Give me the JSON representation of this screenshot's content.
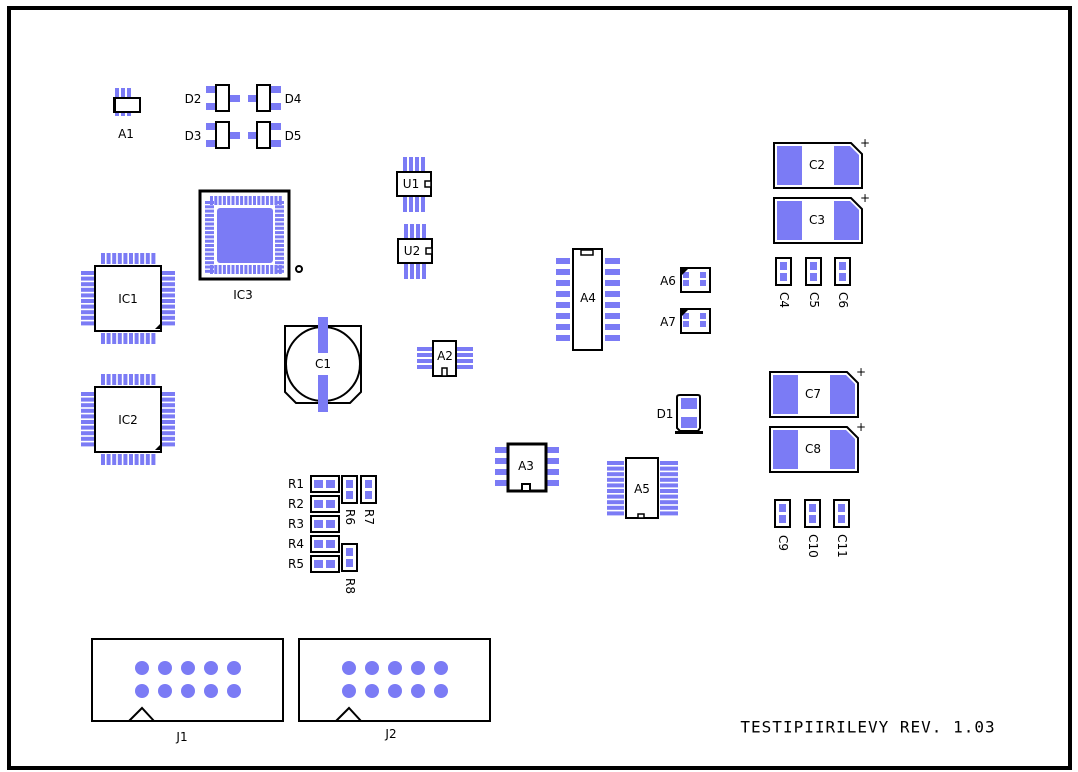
{
  "board_title": "TESTIPIIRILEVY REV. 1.03",
  "colors": {
    "pad": "#7b7bf5",
    "outline": "#000000",
    "background": "#ffffff"
  },
  "labels": {
    "A1": "A1",
    "A2": "A2",
    "A3": "A3",
    "A4": "A4",
    "A5": "A5",
    "A6": "A6",
    "A7": "A7",
    "D1": "D1",
    "D2": "D2",
    "D3": "D3",
    "D4": "D4",
    "D5": "D5",
    "IC1": "IC1",
    "IC2": "IC2",
    "IC3": "IC3",
    "U1": "U1",
    "U2": "U2",
    "C1": "C1",
    "C2": "C2",
    "C3": "C3",
    "C4": "C4",
    "C5": "C5",
    "C6": "C6",
    "C7": "C7",
    "C8": "C8",
    "C9": "C9",
    "C10": "C10",
    "C11": "C11",
    "R1": "R1",
    "R2": "R2",
    "R3": "R3",
    "R4": "R4",
    "R5": "R5",
    "R6": "R6",
    "R7": "R7",
    "R8": "R8",
    "J1": "J1",
    "J2": "J2",
    "plus": "+"
  }
}
